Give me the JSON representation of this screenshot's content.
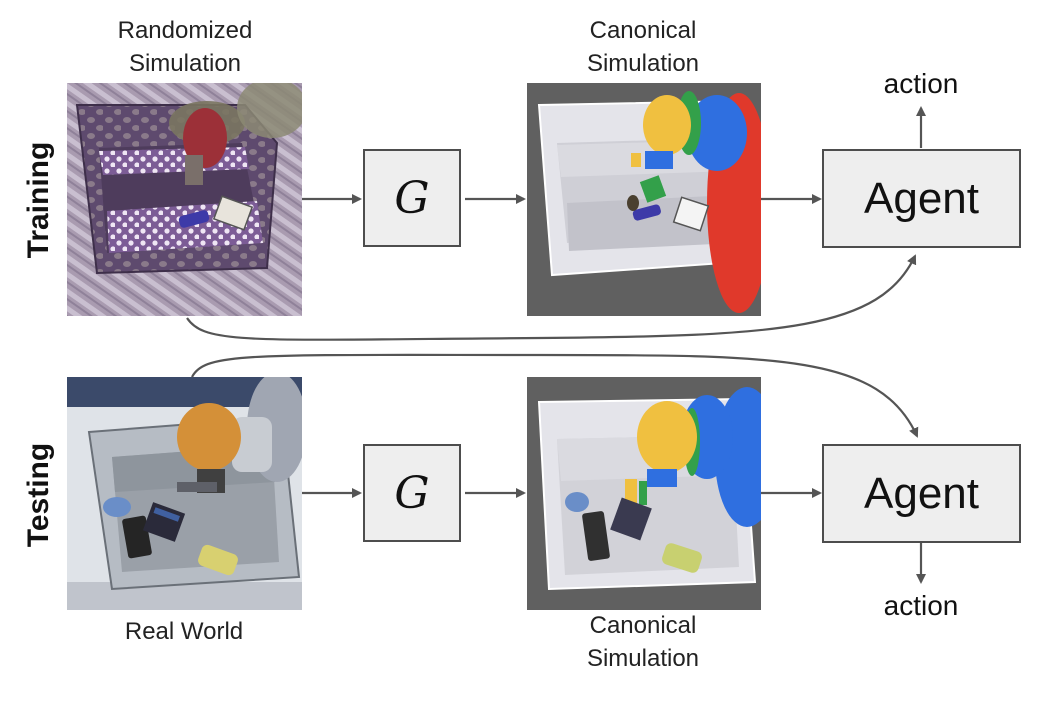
{
  "captions": {
    "randomized": "Randomized\nSimulation",
    "canonical_top": "Canonical\nSimulation",
    "real_world": "Real World",
    "canonical_bottom": "Canonical\nSimulation"
  },
  "rows": {
    "training": "Training",
    "testing": "Testing"
  },
  "generator_symbol": "G",
  "agent_label": "Agent",
  "action_label": "action",
  "colors": {
    "box_fill": "#eeeeee",
    "box_border": "#4d4d4d",
    "arrow": "#555555",
    "sim_background": "#606060",
    "robot_yellow": "#f0c040",
    "robot_blue": "#2f6fe0",
    "robot_green": "#33a04a",
    "robot_red": "#e0392b"
  }
}
